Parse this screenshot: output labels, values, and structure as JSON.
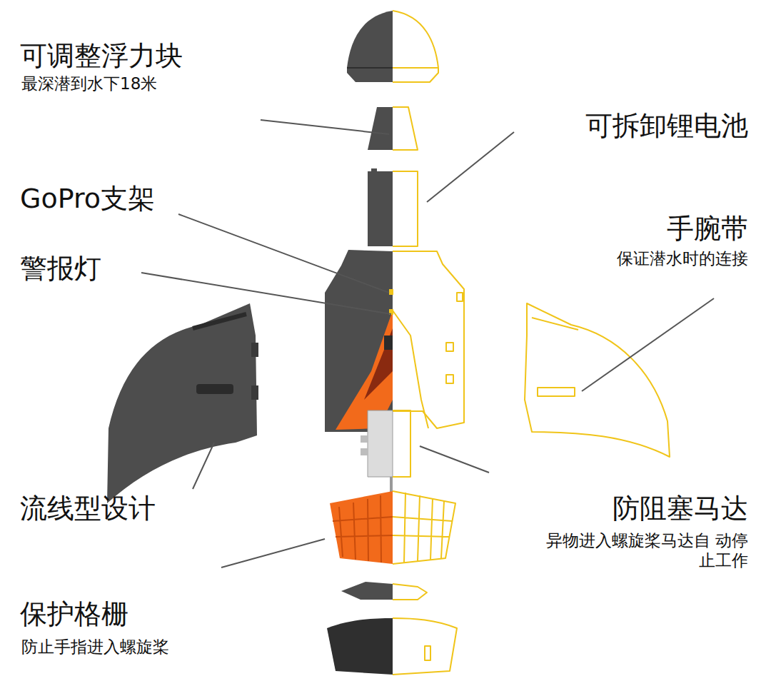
{
  "diagram": {
    "labels": [
      "可调整浮力块",
      "最深潜到水下18米",
      "可拆卸锂电池",
      "GoPro支架",
      "手腕带",
      "保证潜水时的连接",
      "警报灯",
      "流线型设计",
      "防阻塞马达",
      "异物进入螺旋桨马达自 动停止工作",
      "保护格栅",
      "防止手指进入螺旋桨"
    ]
  }
}
